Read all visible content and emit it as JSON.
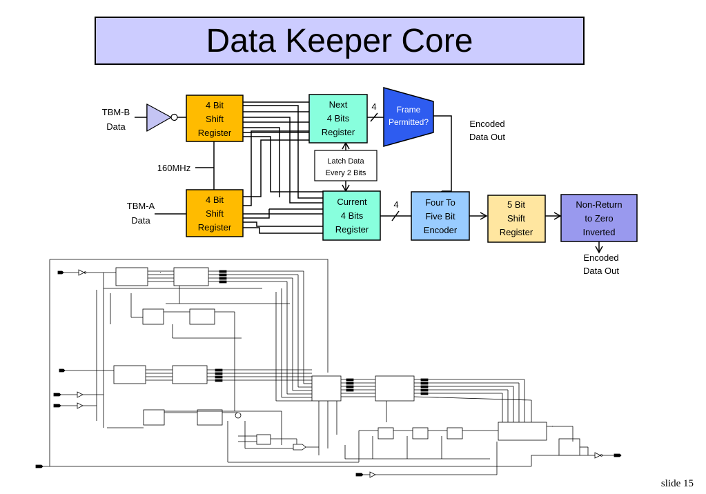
{
  "title": "Data Keeper Core",
  "slide": "slide 15",
  "colors": {
    "title_bg": "#ccccff",
    "register": "#ffbb00",
    "next_current": "#88ffdd",
    "frame": "#2e5cf0",
    "encoder": "#99ccff",
    "shift5": "#ffe6a0",
    "nrzi": "#9999ee",
    "inverter": "#c4c4f4"
  },
  "inputs": {
    "tbm_b": {
      "line1": "TBM-B",
      "line2": "Data"
    },
    "tbm_a": {
      "line1": "TBM-A",
      "line2": "Data"
    },
    "clock": "160MHz"
  },
  "blocks": {
    "reg_top": {
      "line1": "4 Bit",
      "line2": "Shift",
      "line3": "Register"
    },
    "reg_bottom": {
      "line1": "4 Bit",
      "line2": "Shift",
      "line3": "Register"
    },
    "next": {
      "line1": "Next",
      "line2": "4 Bits",
      "line3": "Register"
    },
    "current": {
      "line1": "Current",
      "line2": "4 Bits",
      "line3": "Register"
    },
    "latch": {
      "line1": "Latch Data",
      "line2": "Every 2 Bits"
    },
    "frame": {
      "line1": "Frame",
      "line2": "Permitted?"
    },
    "encoder": {
      "line1": "Four To",
      "line2": "Five Bit",
      "line3": "Encoder"
    },
    "shift5": {
      "line1": "5 Bit",
      "line2": "Shift",
      "line3": "Register"
    },
    "nrzi": {
      "line1": "Non-Return",
      "line2": "to Zero",
      "line3": "Inverted"
    }
  },
  "bus_widths": {
    "to_frame": "4",
    "to_encoder": "4"
  },
  "outputs": {
    "encoded_top": {
      "line1": "Encoded",
      "line2": "Data Out"
    },
    "encoded_bottom": {
      "line1": "Encoded",
      "line2": "Data Out"
    }
  }
}
